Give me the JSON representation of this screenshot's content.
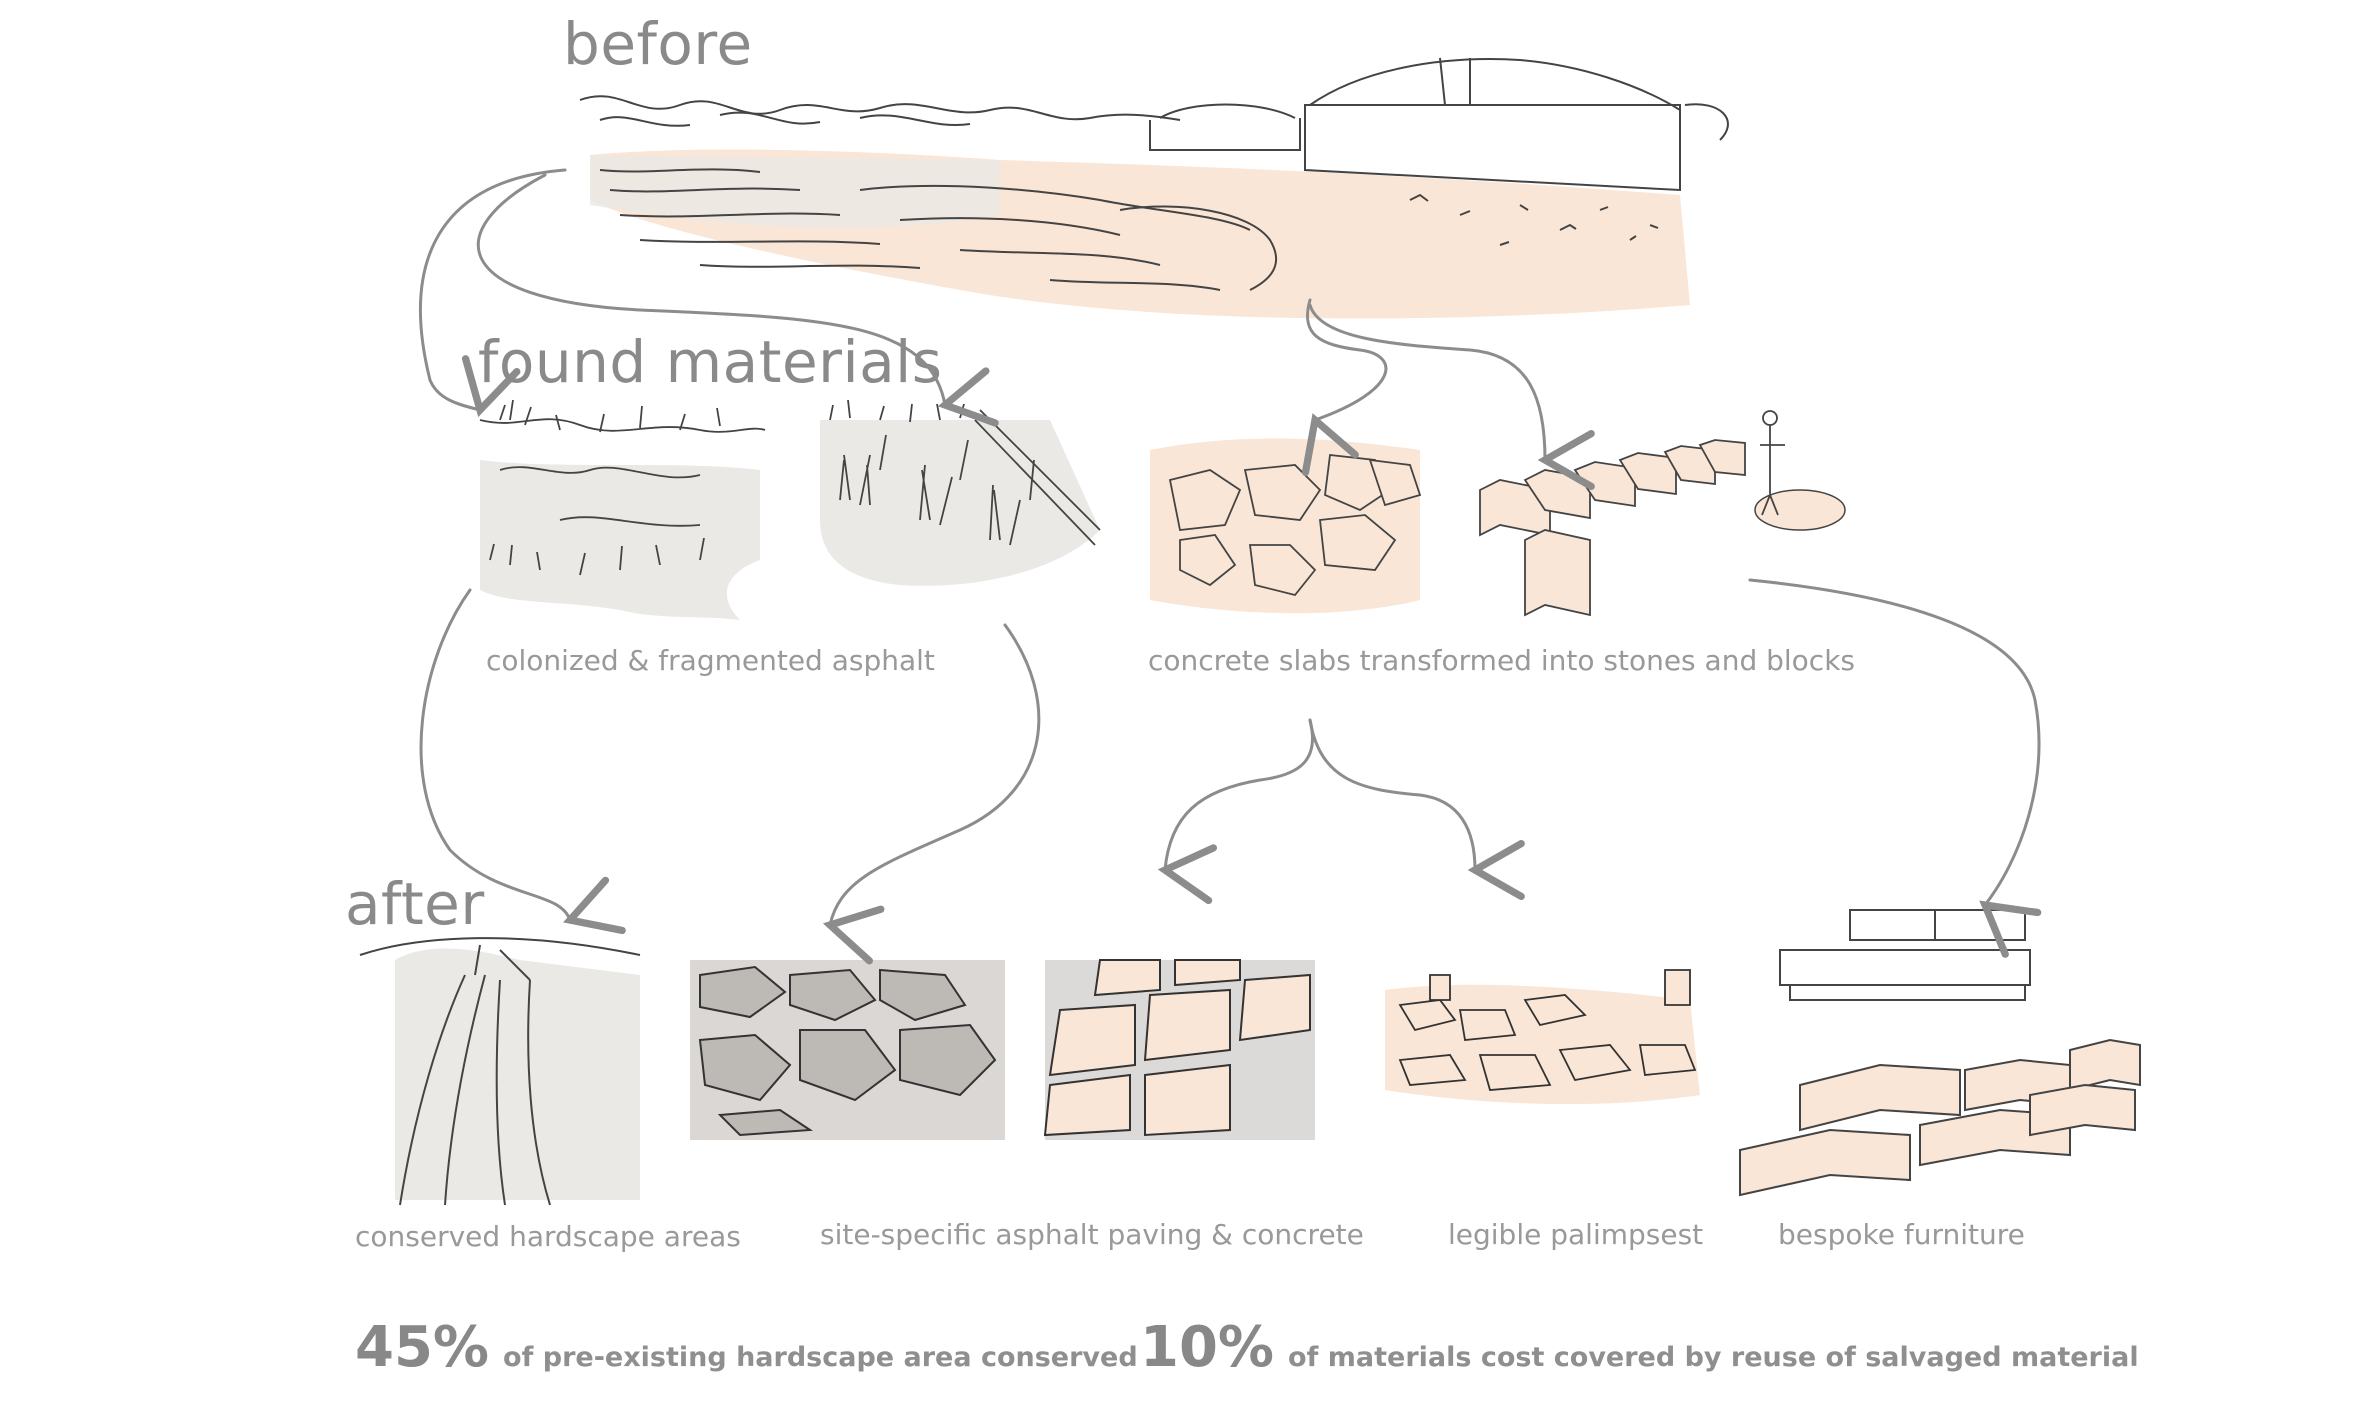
{
  "headings": {
    "before": "before",
    "found": "found materials",
    "after": "after"
  },
  "captions": {
    "asphalt": "colonized & fragmented asphalt",
    "concrete": "concrete slabs transformed into stones and blocks",
    "conserved": "conserved hardscape areas",
    "paving": "site-specific asphalt paving & concrete",
    "palimpsest": "legible palimpsest",
    "furniture": "bespoke furniture"
  },
  "stats": [
    {
      "value": "45%",
      "text": "of pre-existing hardscape area conserved"
    },
    {
      "value": "10%",
      "text": "of materials cost covered by reuse of salvaged material"
    }
  ],
  "colors": {
    "line": "#8c8c8c",
    "sketch": "#444444",
    "grey_fill": "#e9e7e4",
    "peach_fill": "#f9e6d6"
  }
}
